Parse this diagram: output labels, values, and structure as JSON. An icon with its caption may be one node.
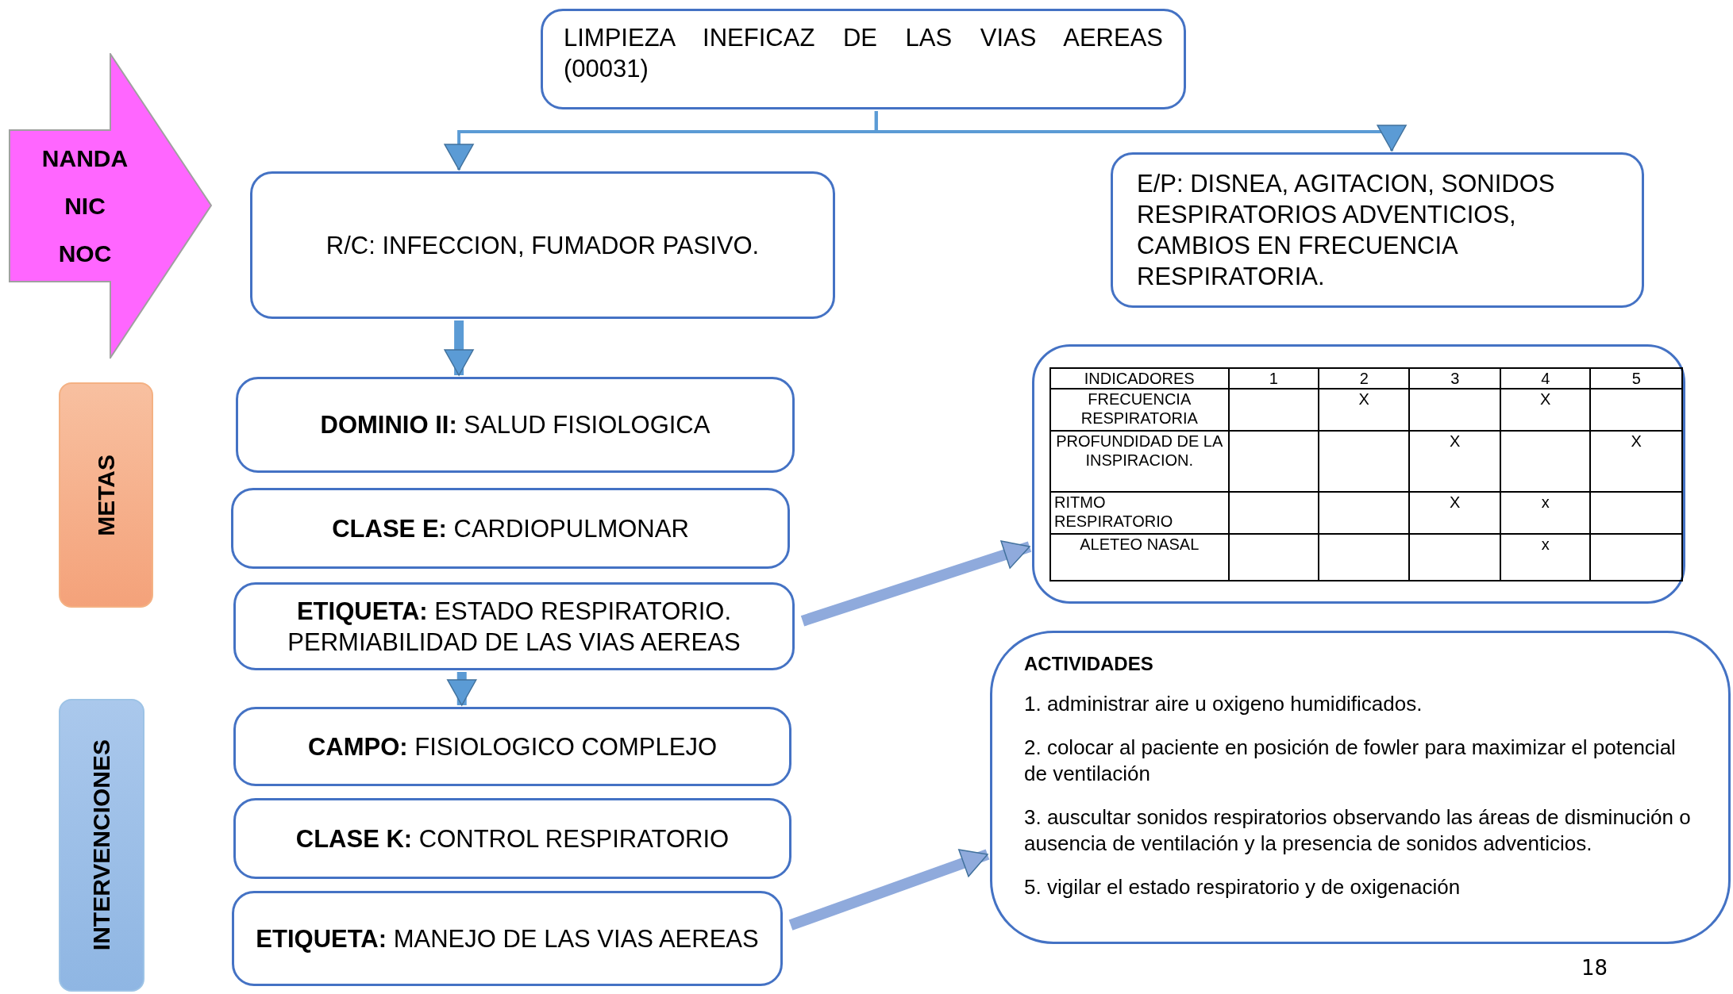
{
  "diagram": {
    "nodes": [
      {
        "text": [
          "NANDA",
          "NIC",
          "NOC"
        ]
      },
      {
        "text": [
          "LIMPIEZA INEFICAZ DE LAS VIAS AEREAS (00031)"
        ]
      },
      {
        "text": [
          "R/C: INFECCION, FUMADOR PASIVO."
        ]
      },
      {
        "text": [
          "E/P: DISNEA, AGITACION, SONIDOS RESPIRATORIOS ADVENTICIOS, CAMBIOS EN FRECUENCIA RESPIRATORIA."
        ]
      },
      {
        "text": [
          "METAS"
        ]
      },
      {
        "text": [
          "**DOMINIO II:** SALUD FISIOLOGICA"
        ]
      },
      {
        "text": [
          "**CLASE E:** CARDIOPULMONAR"
        ]
      },
      {
        "text": [
          "**ETIQUETA:** ESTADO RESPIRATORIO. PERMIABILIDAD DE LAS VIAS AEREAS"
        ]
      },
      {
        "text": [],
        "shape": "box"
      },
      {
        "text": [
          "INTERVENCIONES"
        ]
      },
      {
        "text": [
          "**CAMPO:** FISIOLOGICO COMPLEJO"
        ]
      },
      {
        "text": [
          "**CLASE K:** CONTROL RESPIRATORIO"
        ]
      },
      {
        "text": [
          "**ETIQUETA:** MANEJO DE LAS VIAS AEREAS"
        ]
      },
      {
        "text": [
          "ACTIVIDADES",
          "1. administrar aire u oxigeno humidificados.",
          "2. colocar al paciente en posición de fowler para maximizar  el potencial de ventilación",
          "3. auscultar sonidos respiratorios observando las áreas de disminución o ausencia de ventilación y la presencia de sonidos adventicios.",
          "5. vigilar el estado respiratorio y de oxigenación"
        ]
      }
    ],
    "edges": [
      {
        "from": 1,
        "to": 2,
        "arrow": "to"
      },
      {
        "from": 1,
        "to": 3,
        "arrow": "to"
      },
      {
        "from": 2,
        "to": 5,
        "arrow": "to"
      },
      {
        "from": 7,
        "to": 10,
        "arrow": "to"
      },
      {
        "from": 7,
        "to": 8,
        "arrow": "to",
        "color": "#8faadc"
      },
      {
        "from": 12,
        "to": 13,
        "arrow": "to",
        "color": "#8faadc"
      }
    ],
    "labels": [
      "INDICADORES",
      "1",
      "2",
      "3",
      "4",
      "5",
      "FRECUENCIA RESPIRATORIA",
      "X",
      "X",
      "PROFUNDIDAD DE LA INSPIRACION.",
      "X",
      "X",
      "RITMO RESPIRATORIO",
      "X",
      "x",
      "ALETEO NASAL",
      "x",
      "18"
    ]
  }
}
